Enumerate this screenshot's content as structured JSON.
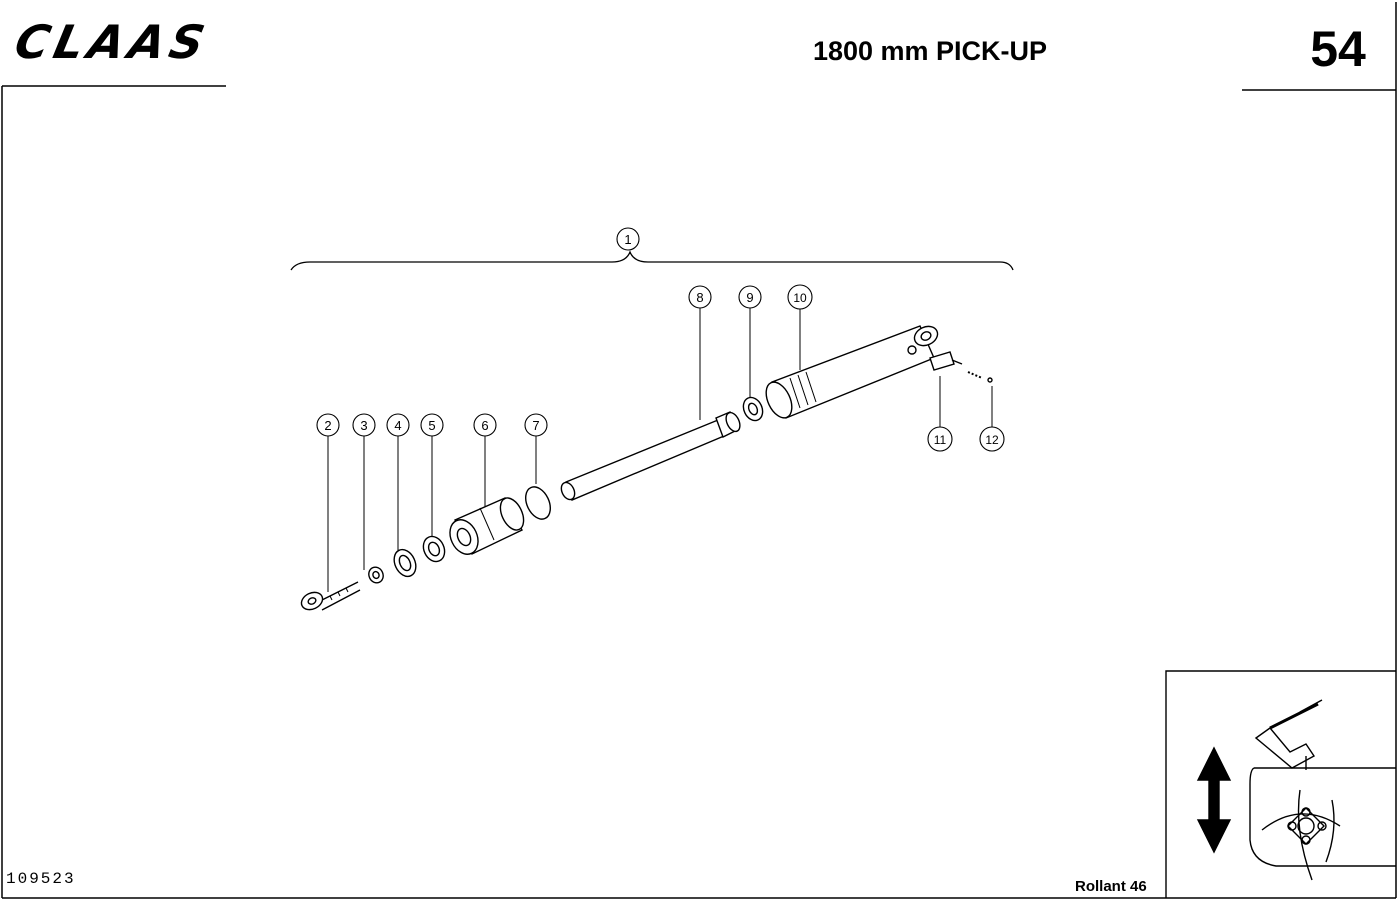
{
  "header": {
    "brand": "CLAAS",
    "title": "1800 mm PICK-UP",
    "page_number": "54"
  },
  "footer": {
    "drawing_number": "109523",
    "model": "Rollant 46"
  },
  "callouts": [
    "1",
    "2",
    "3",
    "4",
    "5",
    "6",
    "7",
    "8",
    "9",
    "10",
    "11",
    "12"
  ],
  "icons": {
    "locator": "pickup-location-thumbnail",
    "direction": "up-down-arrow-icon"
  }
}
